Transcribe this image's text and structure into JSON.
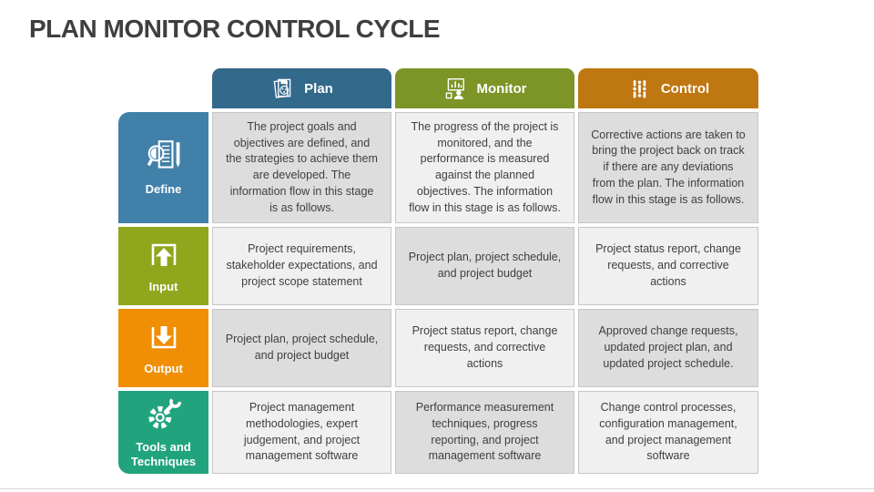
{
  "title": "PLAN MONITOR CONTROL CYCLE",
  "colors": {
    "title_text": "#3f3f3f",
    "plan_header": "#33698b",
    "monitor_header": "#7d9527",
    "control_header": "#bf7712",
    "define_row": "#4180a9",
    "input_row": "#90a61c",
    "output_row": "#f08e04",
    "tools_row": "#21a47d",
    "cell_light": "#f1f0f0",
    "cell_dark": "#dedddd",
    "cell_border": "#c6c6c6",
    "cell_text": "#3f3f3f"
  },
  "columns": [
    {
      "label": "Plan",
      "icon": "plan-document-chart-icon"
    },
    {
      "label": "Monitor",
      "icon": "monitor-presentation-icon"
    },
    {
      "label": "Control",
      "icon": "control-sliders-icon"
    }
  ],
  "rows": [
    {
      "label": "Define",
      "icon": "magnifier-document-icon",
      "cells": [
        "The project goals and objectives are defined, and the strategies to achieve them are developed. The information flow in this stage is as follows.",
        "The progress of the project is monitored, and the performance is measured against the planned objectives. The information flow in this stage is as follows.",
        "Corrective actions are taken to bring the project back on track if there are any deviations from the plan. The information flow in this stage is as follows."
      ]
    },
    {
      "label": "Input",
      "icon": "upload-arrow-icon",
      "cells": [
        "Project requirements, stakeholder expectations, and project scope statement",
        "Project plan, project schedule, and project budget",
        "Project status report, change requests, and corrective actions"
      ]
    },
    {
      "label": "Output",
      "icon": "download-arrow-icon",
      "cells": [
        "Project plan, project schedule, and project budget",
        "Project status report, change requests, and corrective actions",
        "Approved change requests, updated project plan, and updated project schedule."
      ]
    },
    {
      "label": "Tools and Techniques",
      "icon": "gear-wrench-icon",
      "cells": [
        "Project management methodologies, expert judgement, and project management software",
        "Performance measurement techniques, progress reporting, and project management software",
        "Change control processes, configuration management, and project management software"
      ]
    }
  ]
}
